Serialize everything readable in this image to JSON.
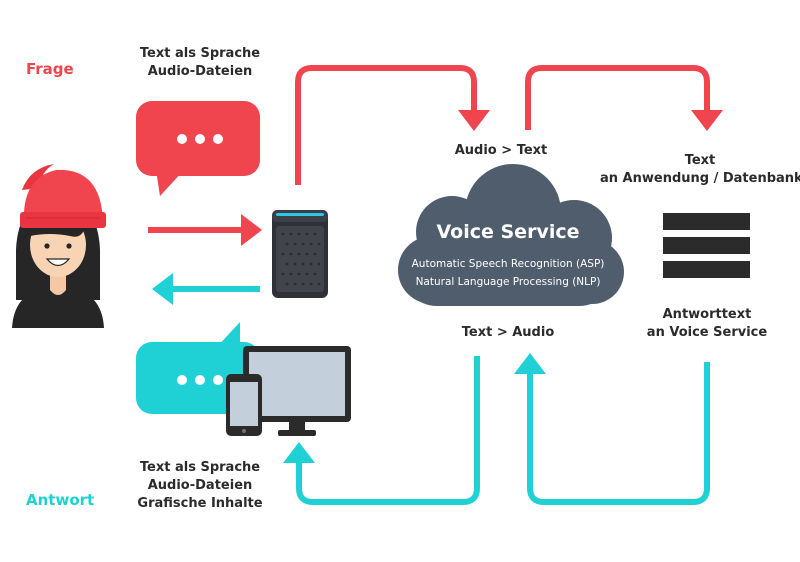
{
  "labels": {
    "frage": "Frage",
    "antwort": "Antwort",
    "question_input": [
      "Text als Sprache",
      "Audio-Dateien"
    ],
    "answer_output": [
      "Text als Sprache",
      "Audio-Dateien",
      "Grafische Inhalte"
    ],
    "audio_to_text": "Audio > Text",
    "text_to_audio": "Text > Audio",
    "text_to_app": [
      "Text",
      "an Anwendung / Datenbank"
    ],
    "answer_text": [
      "Antworttext",
      "an Voice Service"
    ]
  },
  "cloud": {
    "title": "Voice Service",
    "lines": [
      "Automatic Speech Recognition (ASP)",
      "Natural Language Processing (NLP)"
    ]
  },
  "colors": {
    "question": "#f0444e",
    "answer": "#1fd0d4",
    "cloud": "#4f5d6d",
    "dark": "#2b2b2b"
  },
  "icons": [
    "speech-bubble-red-icon",
    "speech-bubble-cyan-icon",
    "smart-speaker-icon",
    "monitor-icon",
    "smartphone-icon",
    "database-icon",
    "user-avatar-icon"
  ]
}
